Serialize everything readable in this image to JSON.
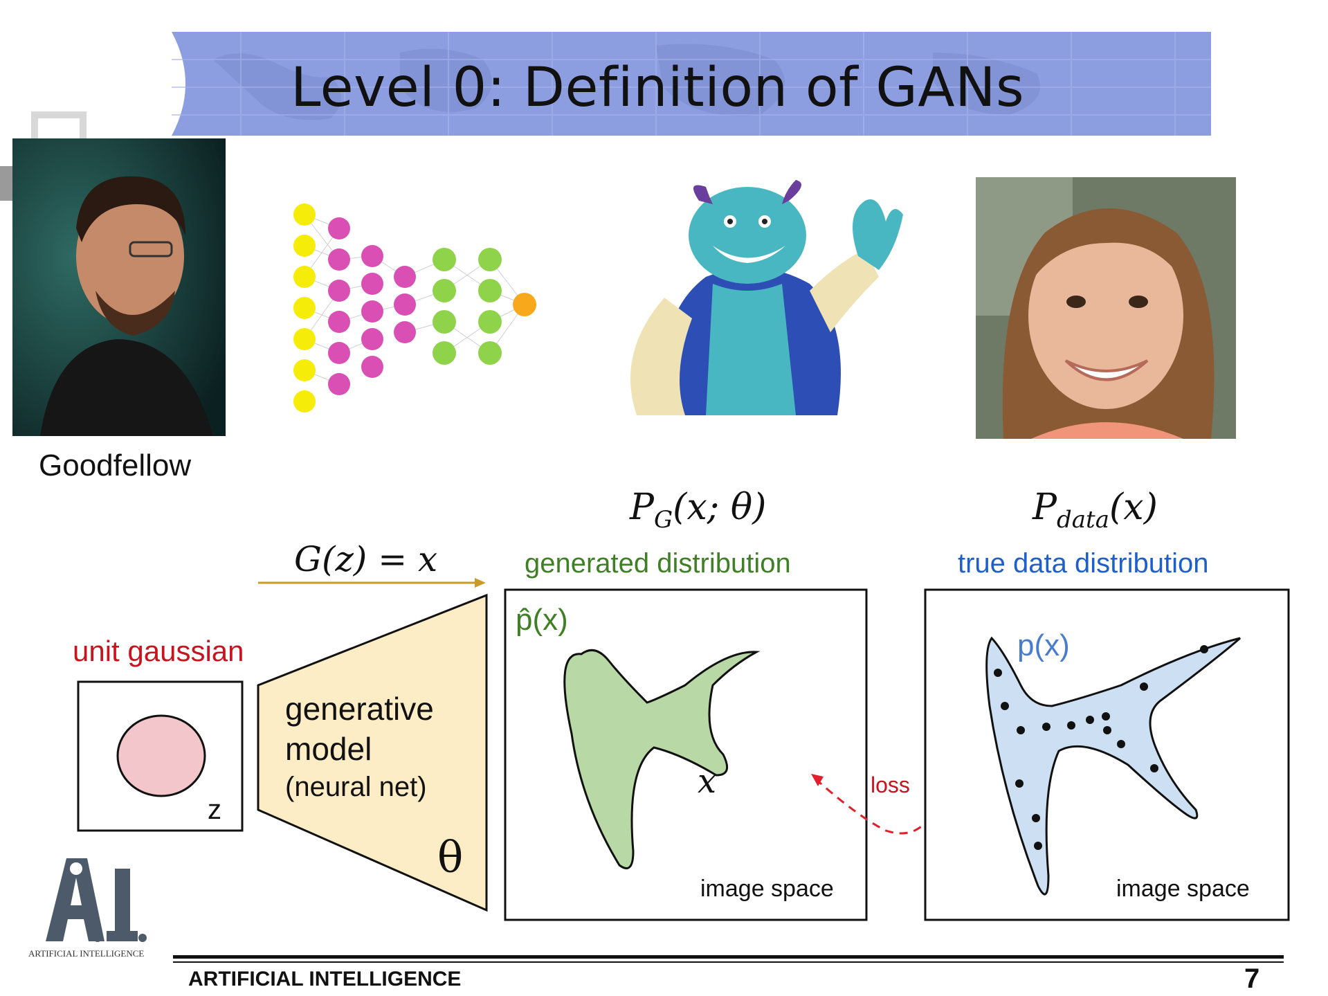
{
  "slide": {
    "title": "Level 0: Definition of GANs",
    "page_number": "7"
  },
  "photos": {
    "goodfellow_caption": "Goodfellow"
  },
  "diagram": {
    "generator_equation": "G(z) = x",
    "unit_gaussian_label": "unit gaussian",
    "z_label": "z",
    "model_line1": "generative",
    "model_line2": "model",
    "model_line3": "(neural net)",
    "theta_label": "θ",
    "pg_formula": "P_G(x; θ)",
    "pg_caption": "generated distribution",
    "pdata_formula": "P_data(x)",
    "pdata_caption": "true data distribution",
    "phat_label": "p̂(x)",
    "x_label": "x",
    "p_label": "p(x)",
    "image_space_left": "image space",
    "image_space_right": "image space",
    "loss_label": "loss"
  },
  "footer": {
    "course": "ARTIFICIAL INTELLIGENCE",
    "logo_caption": "ARTIFICIAL INTELLIGENCE"
  },
  "colors": {
    "banner": "#8c9ee0",
    "red_text": "#c8141e",
    "green_text": "#3f7f25",
    "blue_text": "#1f5fc8",
    "green_fill": "#b8d8a6",
    "blue_fill": "#cde0f3",
    "model_fill": "#fdedc6",
    "gaussian_fill": "#f2c6cb",
    "arrow_gold": "#c89b2a"
  }
}
